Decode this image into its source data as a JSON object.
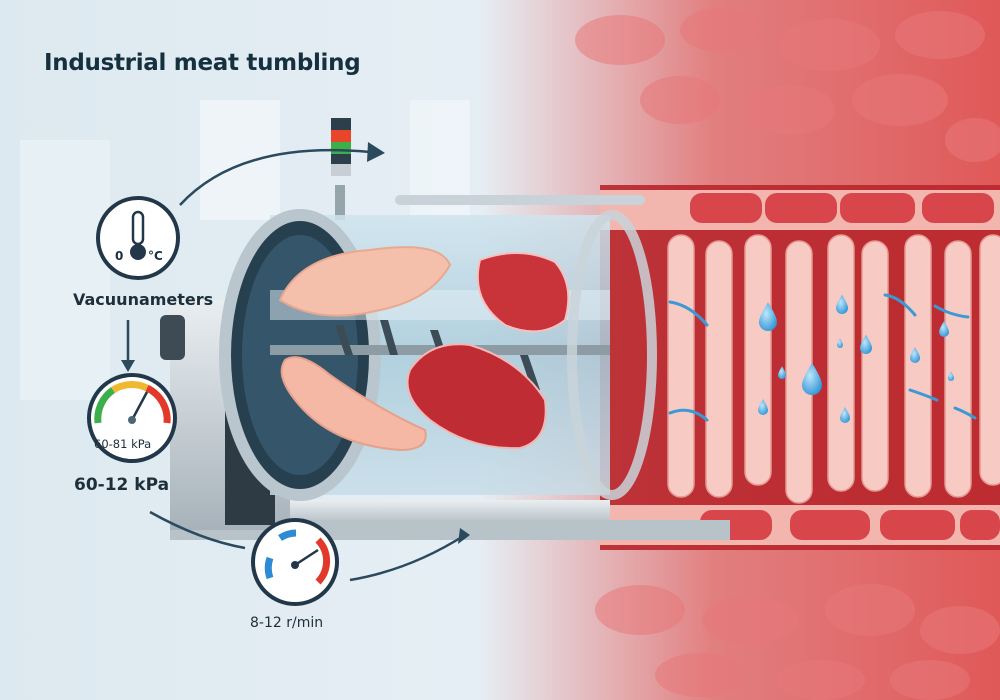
{
  "title": "Industrial meat tumbling",
  "labels": {
    "thermometer_zero": "0",
    "thermometer_unit": "°C",
    "vacuumeters": "Vacuunameters",
    "pressure_gauge_reading": "60-81 kPa",
    "pressure_range": "60-12 kPa",
    "rotation_speed": "8-12 r/min"
  },
  "colors": {
    "background": "#e4eef4",
    "title": "#15303f",
    "arrow": "#2a4a5e",
    "muscle_red": "#d6484c",
    "fiber_pink": "#f6c6c0",
    "water_blue": "#3aa0dc",
    "beacon_red": "#e8452a",
    "beacon_green": "#3cae4a"
  },
  "icons": [
    "thermometer-icon",
    "pressure-gauge-icon",
    "speed-gauge-icon",
    "signal-tower-icon",
    "water-droplet-icon"
  ]
}
